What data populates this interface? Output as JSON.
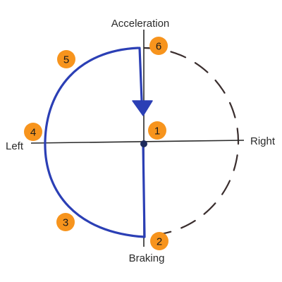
{
  "labels": {
    "top": "Acceleration",
    "bottom": "Braking",
    "left": "Left",
    "right": "Right"
  },
  "badges": [
    {
      "id": "1",
      "text": "1"
    },
    {
      "id": "2",
      "text": "2"
    },
    {
      "id": "3",
      "text": "3"
    },
    {
      "id": "4",
      "text": "4"
    },
    {
      "id": "5",
      "text": "5"
    },
    {
      "id": "6",
      "text": "6"
    }
  ],
  "colors": {
    "path": "#2b3fb5",
    "axis": "#2a2a2a",
    "dashed_circle": "#3a2e2e",
    "badge": "#f7941d",
    "center_dot": "#1d2a5c"
  }
}
